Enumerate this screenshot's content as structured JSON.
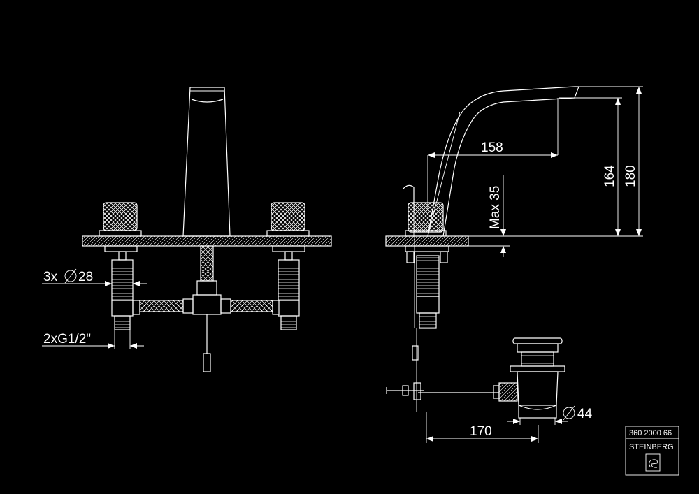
{
  "dimensions": {
    "spout_reach": "158",
    "height_outlet": "164",
    "height_total": "180",
    "max_deck": "Max 35",
    "holes": "3x",
    "hole_diameter": "28",
    "connection": "2xG1/2\"",
    "drain_reach": "170",
    "drain_diameter": "44"
  },
  "title_block": {
    "article_number": "360 2000 66",
    "brand": "STEINBERG"
  }
}
